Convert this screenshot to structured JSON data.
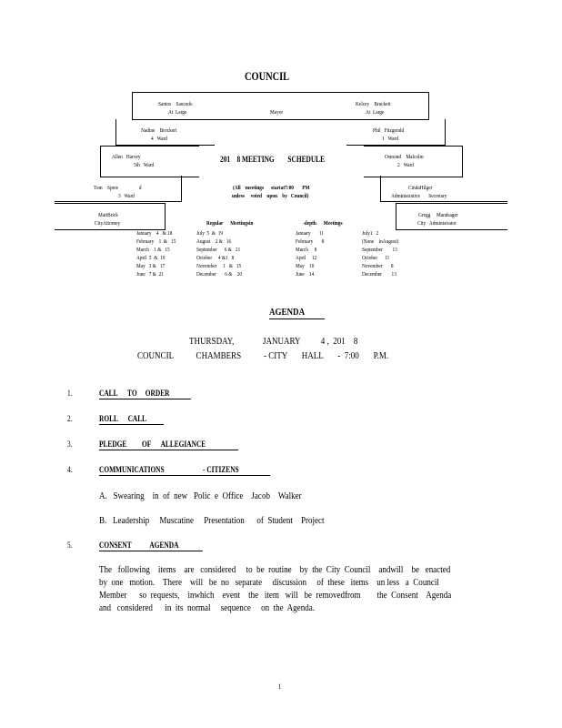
{
  "title": "COUNCIL",
  "members": {
    "santos": {
      "name": "Santos    Saucedo",
      "role": "At  Large"
    },
    "mayor": {
      "role": "Mayor"
    },
    "kelcey": {
      "name": "Kelcey    Brackett",
      "role": "At  Large"
    },
    "nadine": {
      "name": "Nadine    Brockert",
      "role": "4   Ward"
    },
    "phil": {
      "name": "Phil   Fitzgerald",
      "role": "1   Ward"
    },
    "allen": {
      "name": "Allen   Harvey",
      "role": "5th   Ward"
    },
    "osmond": {
      "name": "Osmond    Malcolm",
      "role": "2   Ward"
    },
    "tom": {
      "name": "Tom    Spree                 d",
      "role": "3   Ward"
    },
    "cinda": {
      "name": "CindaHilger",
      "role": "Administrative       Secretary"
    },
    "matt": {
      "name": "MattBrick",
      "role": "CityAttorney"
    },
    "gregg": {
      "name": "Gregg     Mandsager",
      "role": "City   Administrator"
    }
  },
  "schedule": {
    "title": "201    8 MEETING        SCHEDULE",
    "note1": "(All    meetings      startat7:00       PM",
    "note2": "unless     voted    upon    by   Council)",
    "regular_header": "Regular      Meetingsin",
    "depth_header": "-depth      Meetings",
    "regular_col1": [
      "January    4   & 18",
      "February    1  &   15",
      "March    1 &   15",
      "April  5  &  19",
      "May   3 &   17",
      "June   7 &  21"
    ],
    "regular_col2": [
      "July  5  &  19",
      "August    2 &   16",
      "September      6 &   21",
      "October     4 &1   8",
      "November     1   &   15",
      "December       6 &    20"
    ],
    "depth_col1": [
      "January       11",
      "February       8",
      "March     8",
      "April     12",
      "May    10",
      "June    14"
    ],
    "depth_col2": [
      "July1   2",
      "(None    inAugust)",
      "September        13",
      "October      11",
      "November       8",
      "December        13"
    ]
  },
  "agenda": {
    "heading": "AGENDA",
    "date_line": "THURSDAY,              JANUARY          4 ,  201    8",
    "place_line": "COUNCIL           CHAMBERS           - CITY       HALL       -  7:00       P.M.",
    "items": [
      {
        "num": "1.",
        "label": "CALL      TO     ORDER"
      },
      {
        "num": "2.",
        "label": "ROLL      CALL"
      },
      {
        "num": "3.",
        "label": "PLEDGE         OF      ALLEGIANCE"
      },
      {
        "num": "4.",
        "label": "COMMUNICATIONS                       - CITIZENS"
      },
      {
        "num": "5.",
        "label": "CONSENT           AGENDA"
      }
    ],
    "sub_a": "A.   Swearing    in  of  new   Polic  e  Office    Jacob    Walker",
    "sub_b": "B.   Leadership     Muscatine     Presentation      of  Student    Project",
    "consent_lines": [
      "The   following    items    are   considered     to  be  routine    by  the  City  Council    andwill    be   enacted",
      "by  one   motion.    There    will   be  no   separate     discussion     of  these   items    un less   a  Council",
      "Member      so  requests,    inwhich    event    the   item   will   be  removedfrom        the  Consent    Agenda",
      "and   considered      in  its  normal     sequence     on  the  Agenda."
    ]
  },
  "page_number": "1"
}
